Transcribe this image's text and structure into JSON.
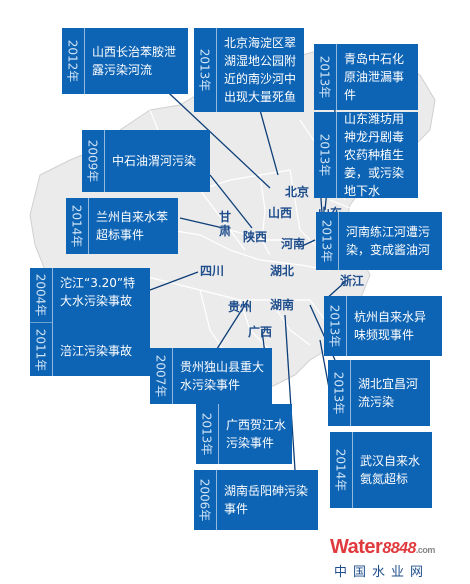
{
  "colors": {
    "callout": "#0d63b4",
    "map_fill": "#ebebeb",
    "border": "#ffffff",
    "leader": "#0d3e78"
  },
  "provinces": {
    "beijing": "北京",
    "shanxi": "山西",
    "shandong": "山东",
    "gansu": "甘肃",
    "shaanxi": "陕西",
    "henan": "河南",
    "sichuan": "四川",
    "hubei": "湖北",
    "zhejiang": "浙江",
    "guizhou": "贵州",
    "hunan": "湖南",
    "guangxi": "广西"
  },
  "events": {
    "e1": {
      "year": "2012年",
      "text": "山西长治苯胺泄露污染河流"
    },
    "e2": {
      "year": "2013年",
      "text": "北京海淀区翠湖湿地公园附近的南沙河中出现大量死鱼"
    },
    "e3": {
      "year": "2013年",
      "text": "青岛中石化原油泄漏事件"
    },
    "e4": {
      "year": "2009年",
      "text": "中石油渭河污染"
    },
    "e5": {
      "year": "2013年",
      "text": "山东潍坊用神龙丹剧毒农药种植生姜，或污染地下水"
    },
    "e6": {
      "year": "2014年",
      "text": "兰州自来水苯超标事件"
    },
    "e7": {
      "year": "2013年",
      "text": "河南练江河遭污染，变成酱油河"
    },
    "e8": {
      "year1": "2004年",
      "text1": "沱江“3.20”特大水污染事故",
      "year2": "2011年",
      "text2": "涪江污染事故"
    },
    "e9": {
      "year": "2013年",
      "text": "杭州自来水异味频现事件"
    },
    "e10": {
      "year": "2007年",
      "text": "贵州独山县重大水污染事件"
    },
    "e11": {
      "year": "2013年",
      "text": "湖北宜昌河流污染"
    },
    "e12": {
      "year": "2013年",
      "text": "广西贺江水污染事件"
    },
    "e13": {
      "year": "2014年",
      "text": "武汉自来水氨氮超标"
    },
    "e14": {
      "year": "2006年",
      "text": "湖南岳阳砷污染事件"
    }
  },
  "logo": {
    "brand_water": "Water",
    "brand_num": "8848",
    "brand_com": ".com",
    "sub": "中国水业网"
  }
}
